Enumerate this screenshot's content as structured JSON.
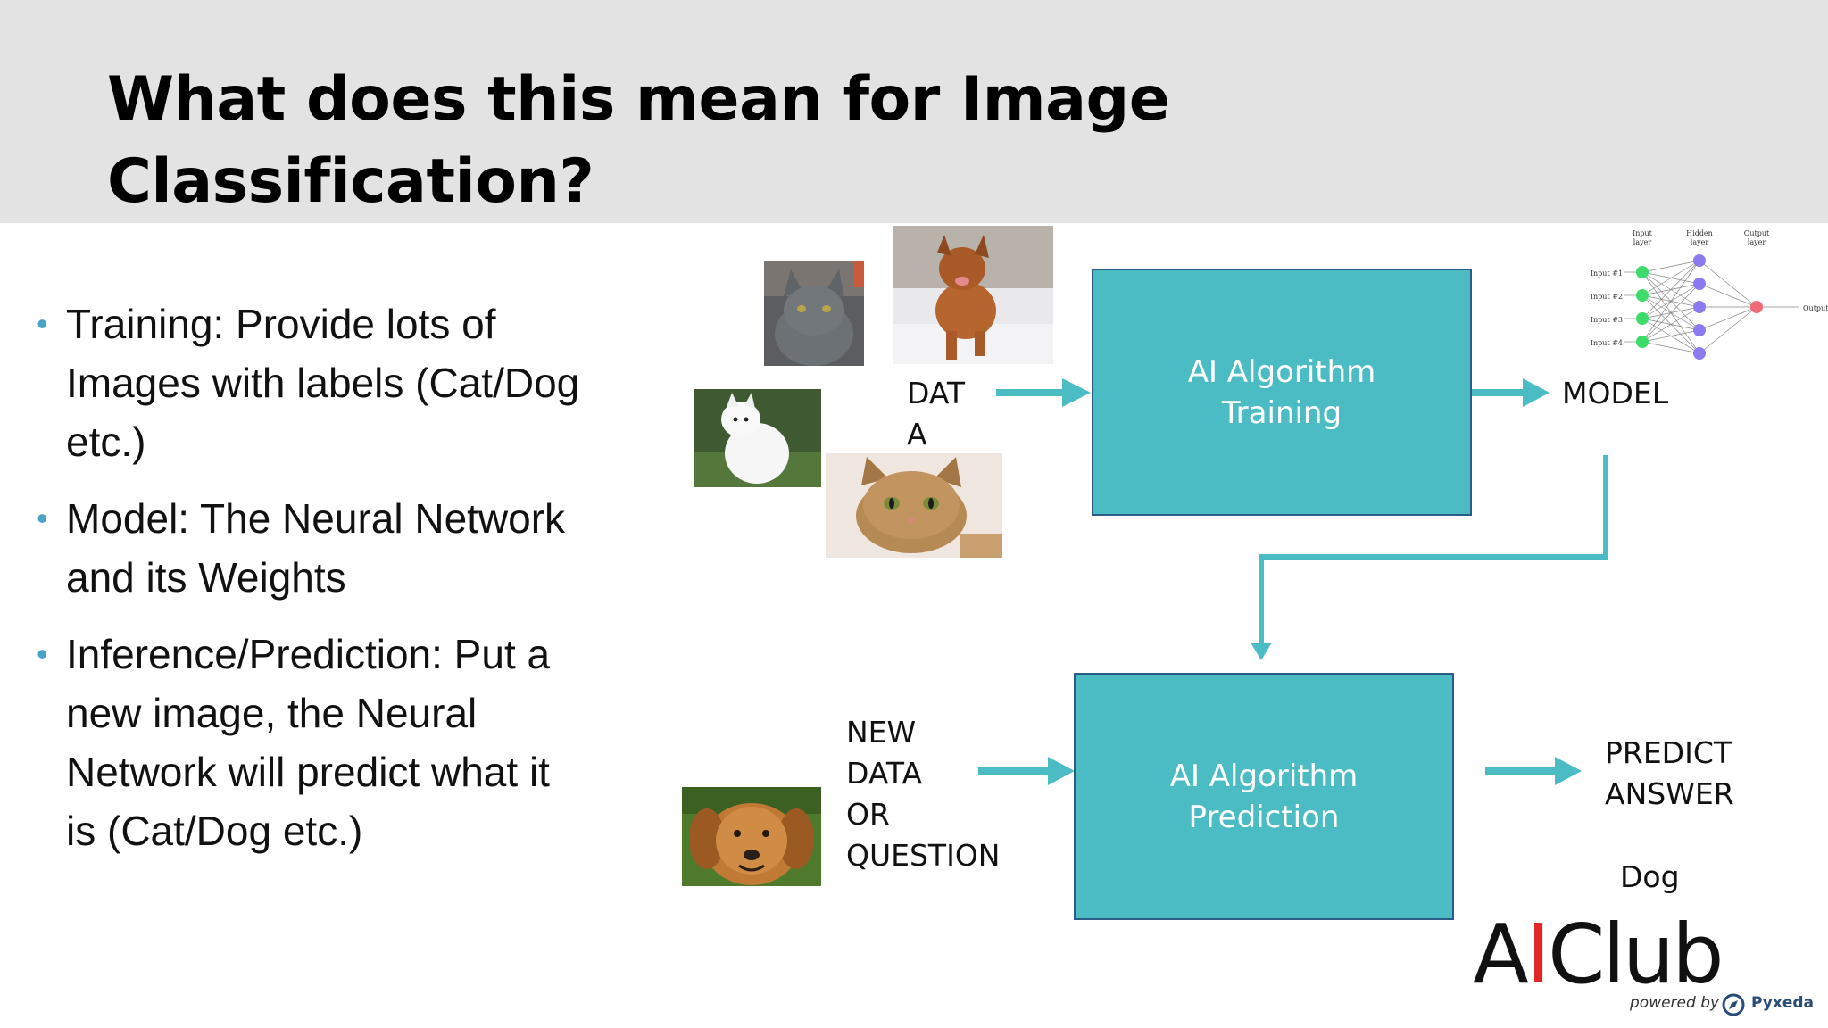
{
  "slide": {
    "title": "What does this mean for Image Classification?",
    "bullets": [
      "Training: Provide lots of Images with labels (Cat/Dog etc.)",
      "Model: The Neural Network and its Weights",
      "Inference/Prediction: Put a new image, the Neural Network will predict what it is (Cat/Dog etc.)"
    ]
  },
  "diagram": {
    "data_label_line1": "DAT",
    "data_label_line2": "A",
    "training_box": {
      "line1": "AI Algorithm",
      "line2": "Training"
    },
    "model_label": "MODEL",
    "new_data_lines": [
      "NEW",
      "DATA",
      "OR",
      "QUESTION"
    ],
    "prediction_box": {
      "line1": "AI Algorithm",
      "line2": "Prediction"
    },
    "predict_answer_line1": "PREDICT",
    "predict_answer_line2": "ANSWER",
    "answer": "Dog",
    "accent_color": "#4cbcc4"
  },
  "neural_net": {
    "layer_labels": [
      "Input layer",
      "Hidden layer",
      "Output layer"
    ],
    "input_labels": [
      "Input #1",
      "Input #2",
      "Input #3",
      "Input #4"
    ],
    "output_label": "Output"
  },
  "logo": {
    "text_prefix": "A",
    "text_red": "I",
    "text_suffix": "Club",
    "powered_by": "powered by",
    "brand": "Pyxeda"
  }
}
